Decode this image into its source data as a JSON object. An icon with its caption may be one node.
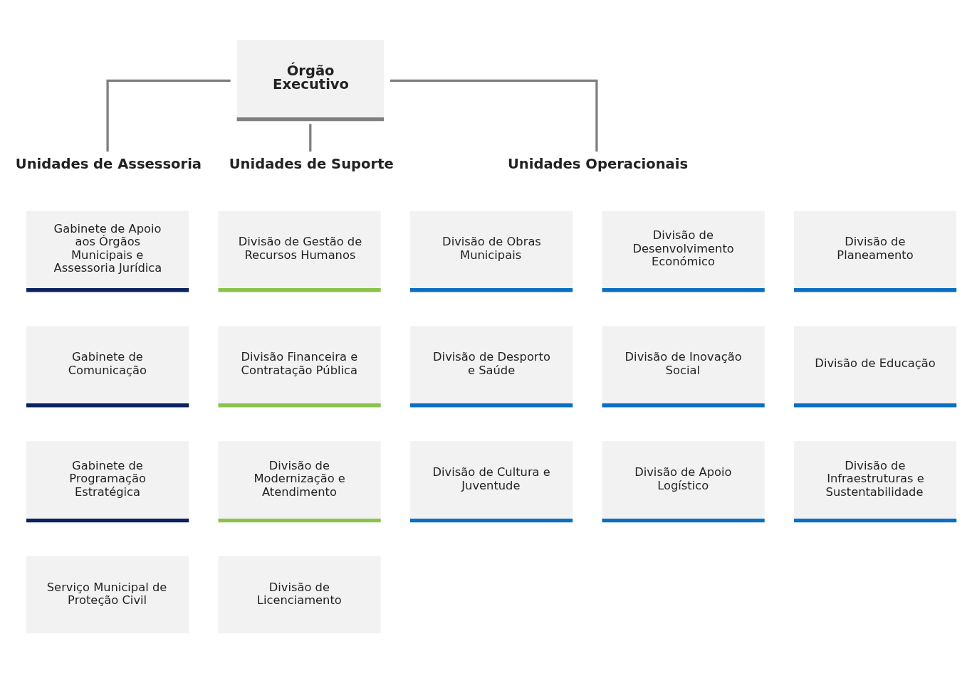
{
  "diagram": {
    "nodes": [
      {
        "text": [
          "Órgão Executivo"
        ]
      },
      {
        "text": [
          "Unidades de Assessoria"
        ]
      },
      {
        "text": [
          "Unidades de Suporte"
        ]
      },
      {
        "text": [
          "Unidades Operacionais"
        ]
      },
      {
        "text": [
          "Gabinete de Apoio aos Órgãos Municipais e Assessoria Jurídica"
        ]
      },
      {
        "text": [
          "Gabinete de Comunicação"
        ]
      },
      {
        "text": [
          "Gabinete de Programação Estratégica"
        ]
      },
      {
        "text": [
          "Serviço Municipal de Proteção Civil"
        ]
      },
      {
        "text": [
          "Divisão de Gestão de Recursos Humanos"
        ]
      },
      {
        "text": [
          "Divisão Financeira e Contratação Pública"
        ]
      },
      {
        "text": [
          "Divisão de Modernização e Atendimento"
        ]
      },
      {
        "text": [
          "Divisão de Licenciamento"
        ]
      },
      {
        "text": [
          "Divisão de Obras Municipais"
        ]
      },
      {
        "text": [
          "Divisão de Desenvolvimento Económico"
        ]
      },
      {
        "text": [
          "Divisão de Planeamento"
        ]
      },
      {
        "text": [
          "Divisão de Desporto e Saúde"
        ]
      },
      {
        "text": [
          "Divisão de Inovação Social"
        ]
      },
      {
        "text": [
          "Divisão de Educação"
        ]
      },
      {
        "text": [
          "Divisão de Cultura e Juventude"
        ]
      },
      {
        "text": [
          "Divisão de Apoio Logístico"
        ]
      },
      {
        "text": [
          "Divisão de Infraestruturas e Sustentabilidade"
        ]
      }
    ],
    "edges": [
      {
        "from": 0,
        "to": 1,
        "arrow": "none"
      },
      {
        "from": 0,
        "to": 2,
        "arrow": "none"
      },
      {
        "from": 0,
        "to": 3,
        "arrow": "none"
      }
    ]
  }
}
